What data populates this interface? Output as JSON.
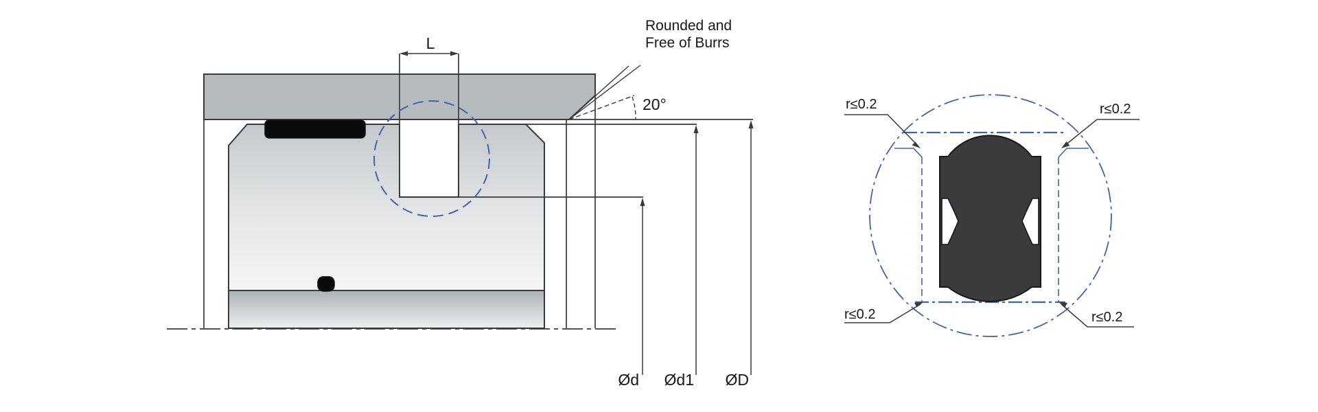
{
  "left_view": {
    "groove_length_label": "L",
    "chamfer_angle_label": "20°",
    "edge_note": {
      "line1": "Rounded and",
      "line2": "Free of Burrs"
    },
    "dimensions": {
      "groove_diameter": "Ød",
      "shaft_diameter": "Ød1",
      "bore_diameter": "ØD"
    }
  },
  "detail_view": {
    "corner_radius_top_left": "r≤0.2",
    "corner_radius_top_right": "r≤0.2",
    "corner_radius_bottom_left": "r≤0.2",
    "corner_radius_bottom_right": "r≤0.2"
  },
  "colors": {
    "line": "#3a3a3a",
    "text": "#17171c",
    "accent_blue": "#3c64ad",
    "metal_gray": "#b6bbbe",
    "seal_black": "#0a0a0a",
    "seal_dark": "#3b3b3d",
    "background": "#ffffff"
  }
}
